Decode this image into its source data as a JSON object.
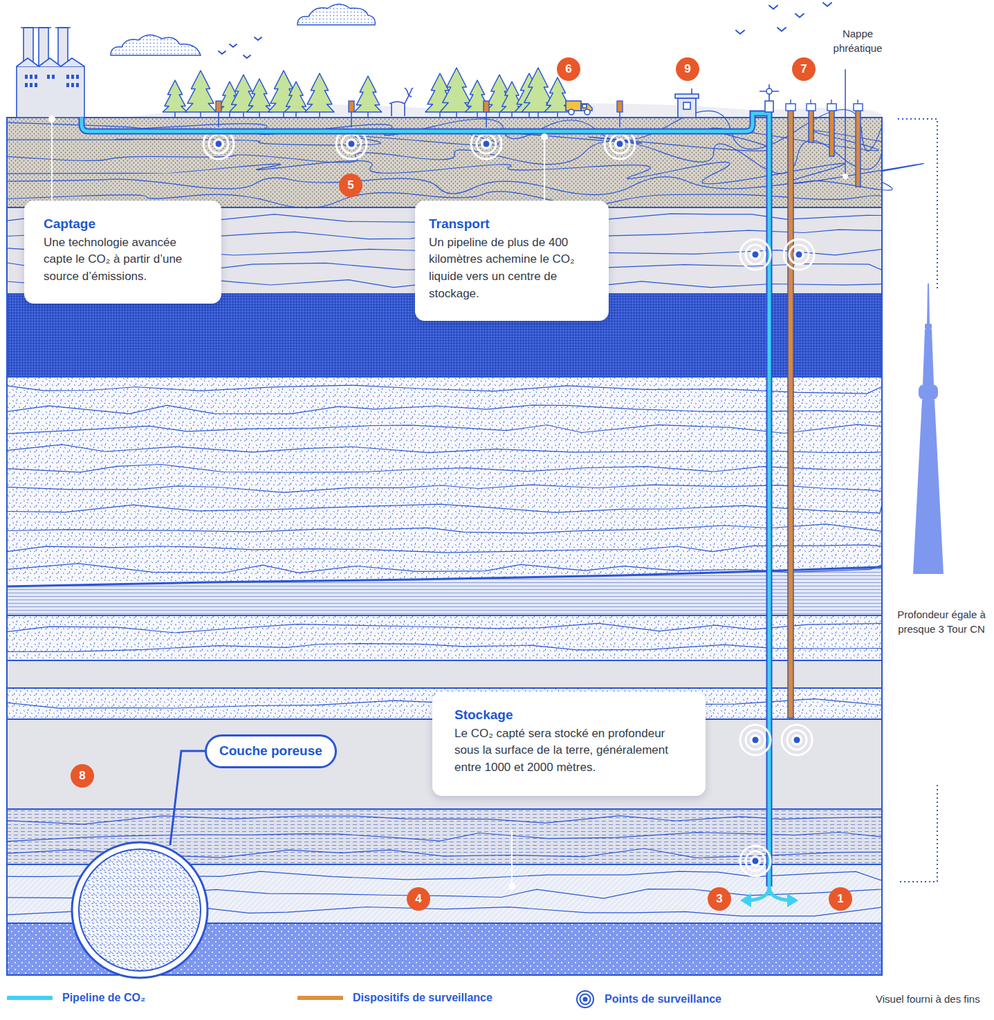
{
  "diagram": {
    "nodes": [
      {
        "text": [
          "Captage",
          "Une technologie avancée capte le CO₂ à partir d’une source d’émissions."
        ]
      },
      {
        "text": [
          "Transport",
          "Un pipeline de plus de 400 kilomètres achemine le CO₂ liquide vers un centre de stockage."
        ]
      },
      {
        "text": [
          "Stockage",
          "Le CO₂ capté sera stocké en profondeur sous la surface de la terre, généralement entre 1000 et 2000 mètres."
        ]
      },
      {
        "text": [
          "Couche poreuse"
        ]
      }
    ],
    "labels": [
      "6",
      "9",
      "7",
      "Nappe phréatique",
      "5",
      "Profondeur égale à presque 3 Tour CN",
      "8",
      "4",
      "3",
      "1",
      "Visuel fourni à des fins"
    ],
    "legend": [
      {
        "text": "Pipeline de CO₂"
      },
      {
        "text": "Dispositifs de surveillance"
      },
      {
        "text": "Points de surveillance"
      }
    ]
  }
}
